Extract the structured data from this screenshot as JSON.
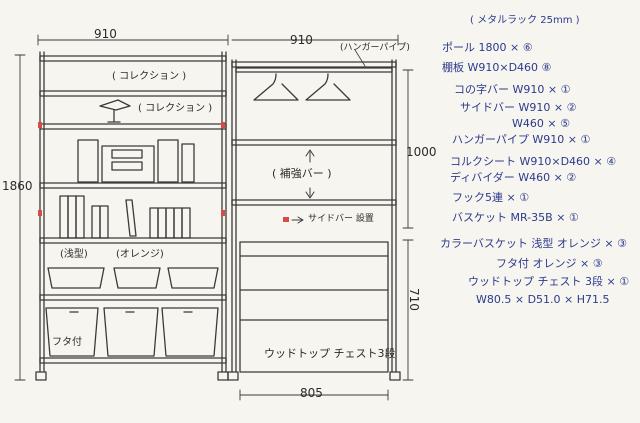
{
  "sketch": {
    "dimensions": {
      "left_width": "910",
      "right_width": "910",
      "total_height": "1860",
      "right_upper_height": "1000",
      "right_lower_height": "710",
      "bottom_width": "805"
    },
    "labels": {
      "hanger_pipe_tag": "(ハンガーパイプ)",
      "collection_top": "( コレクション )",
      "collection_second": "( コレクション )",
      "reinforce_bar": "( 補強バー )",
      "side_bar_position": "サイドバー 設置",
      "shallow": "(浅型)",
      "orange": "(オレンジ)",
      "lidded": "フタ付",
      "woodtop_chest": "ウッドトップ チェスト3段"
    }
  },
  "notes": {
    "header": "( メタルラック 25mm )",
    "items": [
      "ポール 1800 × ⑥",
      "棚板 W910×D460 ⑧",
      "コの字バー W910 × ①",
      "サイドバー W910 × ②",
      "W460 × ⑤",
      "ハンガーパイプ W910 × ①",
      "コルクシート W910×D460 × ④",
      "ディバイダー W460 × ②",
      "フック5連 × ①",
      "バスケット MR-35B × ①",
      "カラーバスケット 浅型 オレンジ × ③",
      "フタ付 オレンジ × ③",
      "ウッドトップ チェスト 3段 × ①",
      "W80.5 × D51.0 × H71.5"
    ]
  }
}
